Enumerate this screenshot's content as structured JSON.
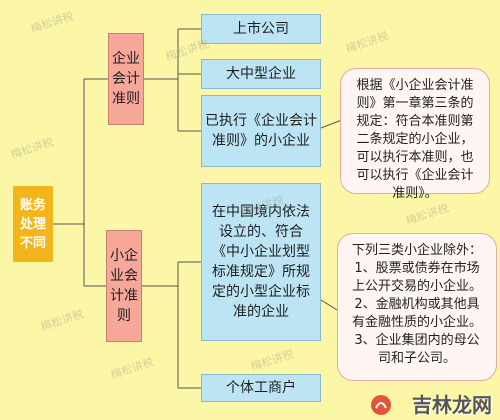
{
  "root": {
    "label": "账务处理不同"
  },
  "standards": [
    {
      "label": "企业会计准则"
    },
    {
      "label": "小企业会计准则"
    }
  ],
  "leaves": [
    {
      "label": "上市公司"
    },
    {
      "label": "大中型企业"
    },
    {
      "label": "已执行《企业会计准则》的小企业"
    },
    {
      "label": "在中国境内依法设立的、符合《中小企业划型标准规定》所规定的小型企业标准的企业"
    },
    {
      "label": "个体工商户"
    }
  ],
  "notes": [
    {
      "text": "根据《小企业会计准则》第一章第三条的规定：符合本准则第二条规定的小企业，可以执行本准则，也可以执行《企业会计准则》。"
    },
    {
      "title": "下列三类小企业除外：",
      "items": [
        "1、股票或债券在市场上公开交易的小企业。",
        "2、金融机构或其他具有金融性质的小企业。",
        "3、企业集团内的母公司和子公司。"
      ]
    }
  ],
  "watermark": "梅松讲税",
  "brand": "吉林龙网",
  "colors": {
    "background": "#fcf7a6",
    "root": "#f2b51c",
    "standard": "#f6a79a",
    "leaf": "#bde4f4",
    "note_border": "#e8aaa0"
  }
}
